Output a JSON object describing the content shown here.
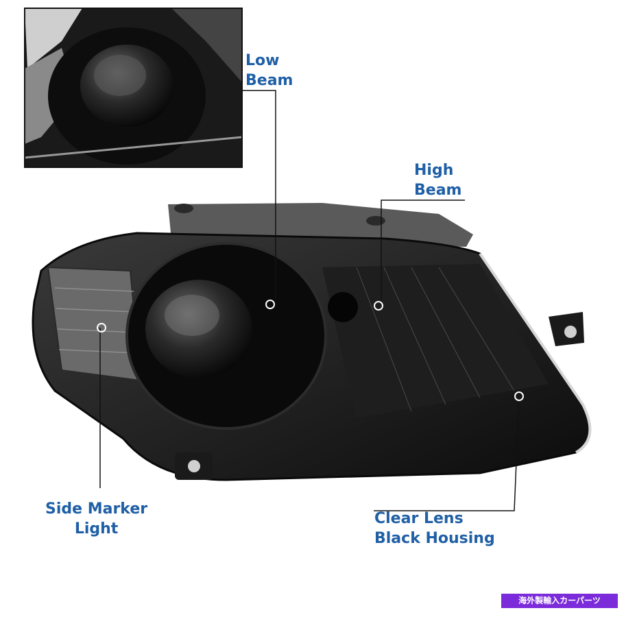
{
  "callouts": {
    "low_beam": [
      "Low",
      "Beam"
    ],
    "high_beam": [
      "High",
      "Beam"
    ],
    "side_marker": [
      "Side Marker",
      "Light"
    ],
    "clear_lens": [
      "Clear Lens",
      "Black Housing"
    ]
  },
  "watermark": "海外製輸入カーパーツ",
  "colors": {
    "label_blue": "#1f5fa6",
    "badge_purple": "#7b2bd9",
    "housing_black": "#141414"
  }
}
